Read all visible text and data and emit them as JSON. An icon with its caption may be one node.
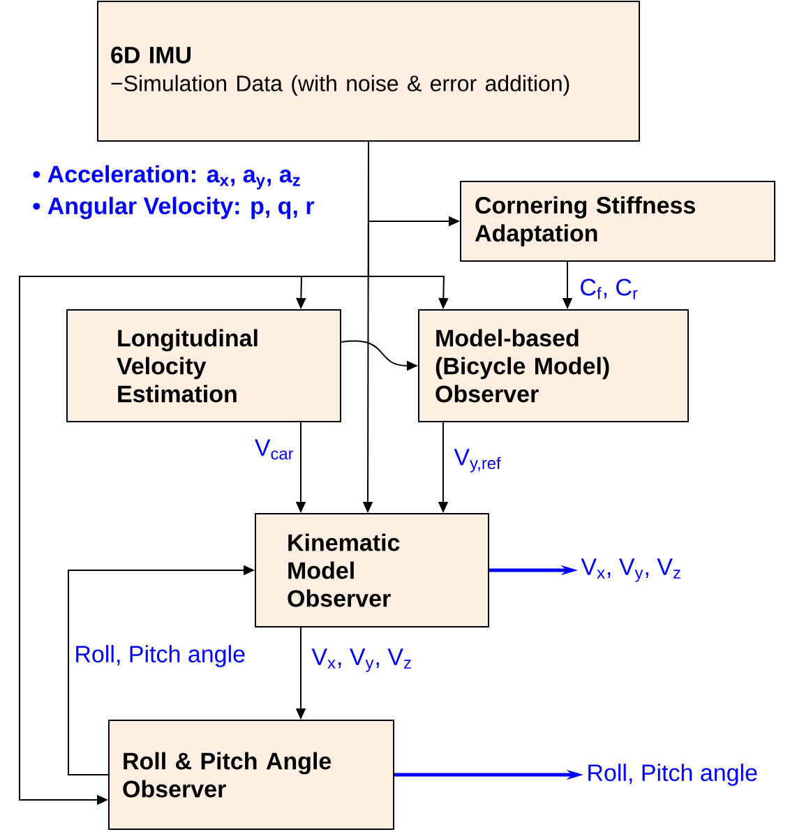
{
  "diagram": {
    "nodes": [
      {
        "text": [
          "6D IMU",
          "−Simulation Data (with noise & error addition)"
        ]
      },
      {
        "text": [
          "Cornering Stiffness Adaptation"
        ]
      },
      {
        "text": [
          "Longitudinal Velocity Estimation"
        ]
      },
      {
        "text": [
          "Model-based (Bicycle Model) Observer"
        ]
      },
      {
        "text": [
          "Kinematic Model Observer"
        ]
      },
      {
        "text": [
          "Roll & Pitch Angle Observer"
        ]
      },
      {
        "text": [
          "V$_{x}$, V$_{y}$, V$_{z}$"
        ]
      },
      {
        "text": [
          "Roll, Pitch angle"
        ]
      }
    ],
    "edges": [
      {
        "from": 0,
        "to": 1,
        "arrow": "to"
      },
      {
        "from": 0,
        "to": 2,
        "arrow": "to"
      },
      {
        "from": 0,
        "to": 3,
        "arrow": "to"
      },
      {
        "from": 0,
        "to": 4,
        "arrow": "to"
      },
      {
        "from": 0,
        "to": 5,
        "arrow": "to"
      },
      {
        "from": 1,
        "to": 3,
        "arrow": "to",
        "label": "C$_{f}$, C$_{r}$"
      },
      {
        "from": 2,
        "to": 3,
        "arrow": "to"
      },
      {
        "from": 2,
        "to": 4,
        "arrow": "to",
        "label": "V$_{car}$"
      },
      {
        "from": 3,
        "to": 4,
        "arrow": "to",
        "label": "V$_{y,ref}$"
      },
      {
        "from": 4,
        "to": 5,
        "arrow": "to",
        "label": "V$_{x}$, V$_{y}$, V$_{z}$"
      },
      {
        "from": 5,
        "to": 4,
        "arrow": "to",
        "label": "Roll, Pitch angle"
      },
      {
        "from": 4,
        "to": 6,
        "arrow": "to",
        "style": "thick",
        "color": "#0000ff"
      },
      {
        "from": 5,
        "to": 7,
        "arrow": "to",
        "style": "thick",
        "color": "#0000ff"
      }
    ],
    "labels": [
      "• Acceleration: a$_{x}$, a$_{y}$, a$_{z}$",
      "• Angular Velocity: p, q, r"
    ]
  }
}
